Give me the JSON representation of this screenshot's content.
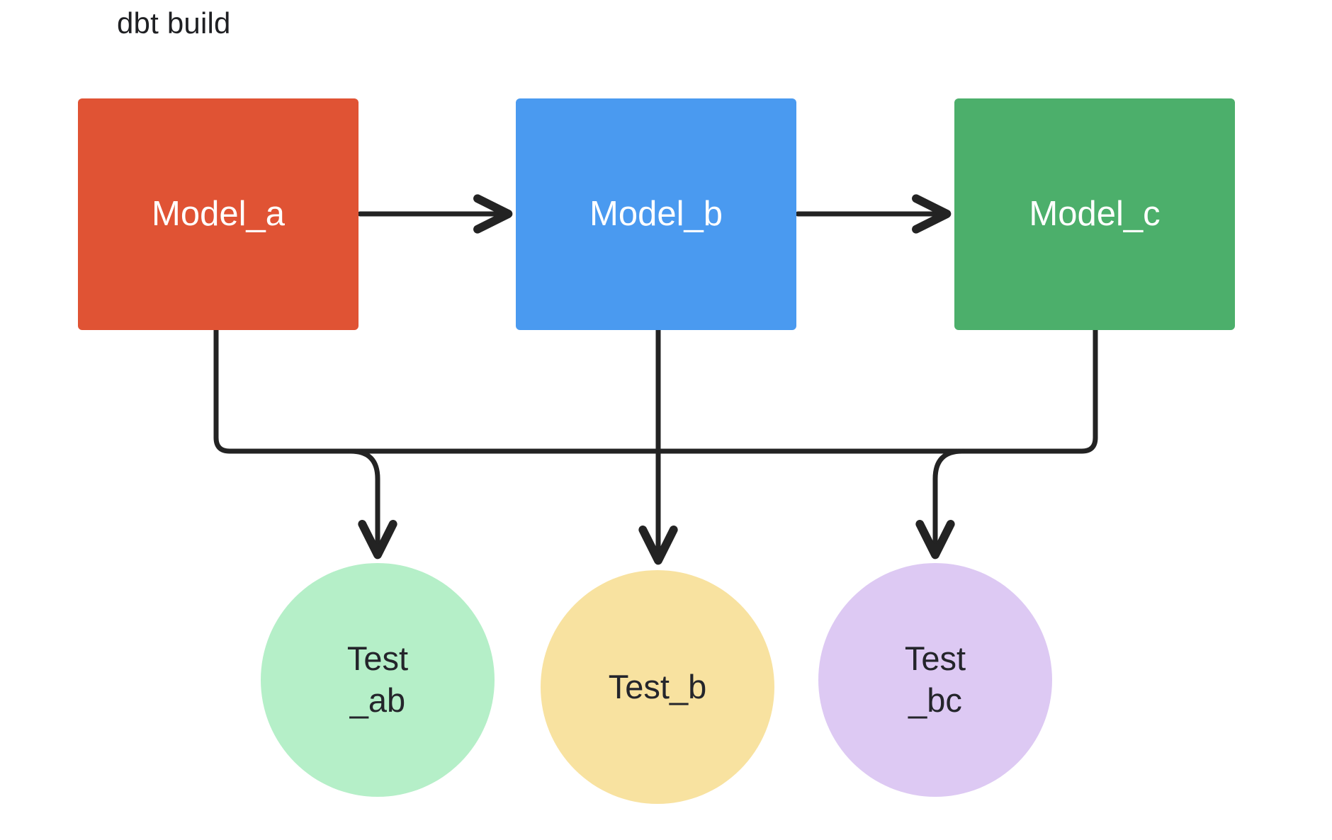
{
  "diagram": {
    "title": "dbt build",
    "background_color": "#ffffff",
    "edge_color": "#232323",
    "models": [
      {
        "id": "model_a",
        "label": "Model_a",
        "shape": "rectangle",
        "color": "#e05334",
        "text_color": "#ffffff"
      },
      {
        "id": "model_b",
        "label": "Model_b",
        "shape": "rectangle",
        "color": "#4a9af0",
        "text_color": "#ffffff"
      },
      {
        "id": "model_c",
        "label": "Model_c",
        "shape": "rectangle",
        "color": "#4caf6b",
        "text_color": "#ffffff"
      }
    ],
    "tests": [
      {
        "id": "test_ab",
        "label": "Test\n_ab",
        "shape": "circle",
        "color": "#b5efc8",
        "text_color": "#24252b"
      },
      {
        "id": "test_b",
        "label": "Test_b",
        "shape": "circle",
        "color": "#f8e2a0",
        "text_color": "#24252b"
      },
      {
        "id": "test_bc",
        "label": "Test\n_bc",
        "shape": "circle",
        "color": "#ddc9f3",
        "text_color": "#24252b"
      }
    ],
    "edges": [
      {
        "from": "model_a",
        "to": "model_b",
        "style": "arrow"
      },
      {
        "from": "model_b",
        "to": "model_c",
        "style": "arrow"
      },
      {
        "from": "model_a",
        "to": "test_ab",
        "style": "arrow"
      },
      {
        "from": "model_b",
        "to": "test_ab",
        "style": "arrow"
      },
      {
        "from": "model_b",
        "to": "test_b",
        "style": "arrow"
      },
      {
        "from": "model_b",
        "to": "test_bc",
        "style": "arrow"
      },
      {
        "from": "model_c",
        "to": "test_bc",
        "style": "arrow"
      }
    ]
  }
}
